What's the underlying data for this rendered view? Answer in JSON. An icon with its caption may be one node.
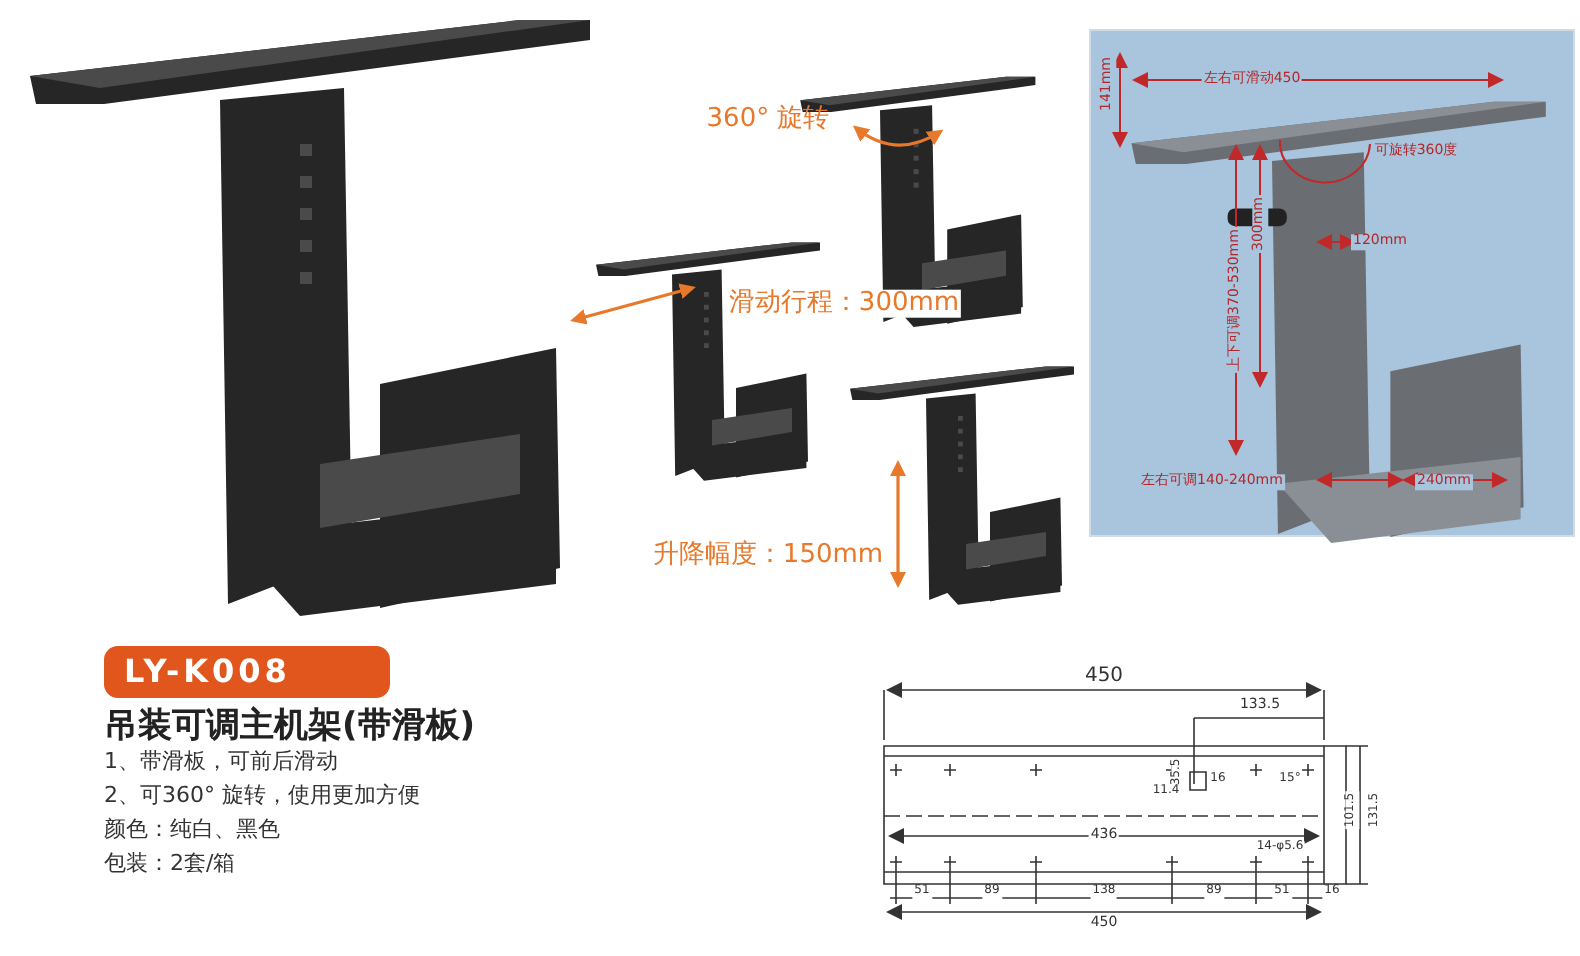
{
  "diagram": {
    "title": "吊装可调主机架(带滑板)",
    "nodes": [
      {
        "text": [
          "LY-K008"
        ]
      }
    ],
    "labels": [
      "360° 旋转",
      "滑动行程：300mm",
      "升降幅度：150mm",
      "141mm",
      "左右可滑动450",
      "可旋转360度",
      "120mm",
      "上下可调370-530mm",
      "300mm",
      "左右可调140-240mm",
      "240mm",
      "1、带滑板，可前后滑动",
      "2、可360° 旋转，使用更加方便",
      "颜色：纯白、黑色",
      "包装：2套/箱",
      "450",
      "133.5",
      "35.5",
      "11.4",
      "16",
      "15°",
      "436",
      "101.5",
      "131.5",
      "14-φ5.6",
      "51",
      "89",
      "138",
      "89",
      "51",
      "16",
      "450"
    ]
  }
}
